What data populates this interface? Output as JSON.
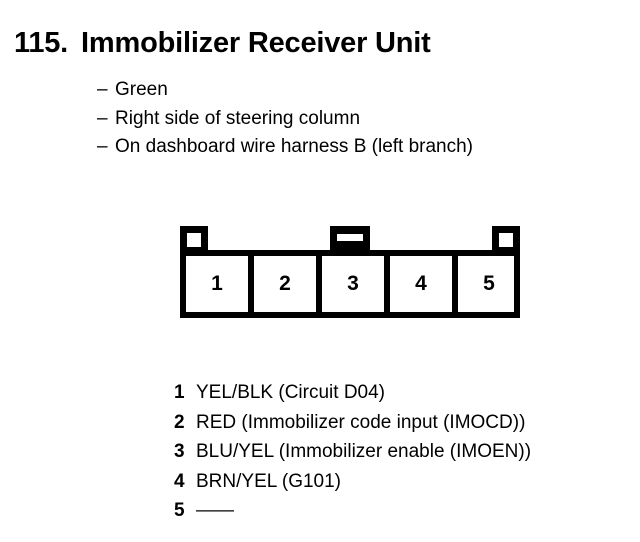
{
  "page": {
    "background_color": "#ffffff",
    "ink_color": "#000000"
  },
  "title": {
    "number": "115.",
    "text": "Immobilizer Receiver Unit"
  },
  "description": {
    "dash": "–",
    "lines": [
      "Green",
      "Right side of steering column",
      "On dashboard wire harness B (left branch)"
    ]
  },
  "connector": {
    "cavity_count": 5,
    "cavity_labels": [
      "1",
      "2",
      "3",
      "4",
      "5"
    ],
    "features": [
      "left-locking-tab",
      "center-latch-tab",
      "right-locking-tab"
    ]
  },
  "pin_legend": {
    "rows": [
      {
        "pin": "1",
        "description": "YEL/BLK (Circuit D04)"
      },
      {
        "pin": "2",
        "description": "RED (Immobilizer code input (IMOCD))"
      },
      {
        "pin": "3",
        "description": "BLU/YEL (Immobilizer enable (IMOEN))"
      },
      {
        "pin": "4",
        "description": "BRN/YEL (G101)"
      },
      {
        "pin": "5",
        "description": "——"
      }
    ]
  }
}
